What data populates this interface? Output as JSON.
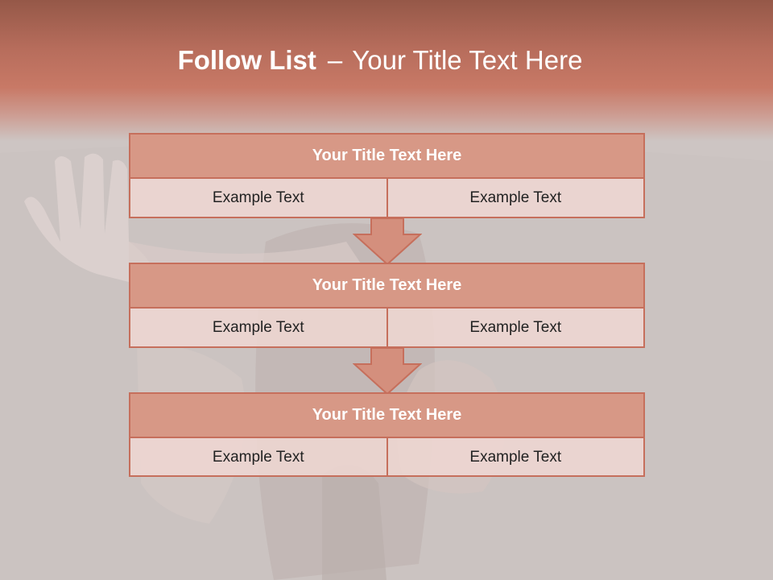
{
  "header": {
    "title_bold": "Follow List",
    "title_sep": "–",
    "title_rest": "Your Title Text Here"
  },
  "blocks": [
    {
      "title": "Your Title Text Here",
      "cells": [
        "Example Text",
        "Example Text"
      ]
    },
    {
      "title": "Your Title Text Here",
      "cells": [
        "Example Text",
        "Example Text"
      ]
    },
    {
      "title": "Your Title Text Here",
      "cells": [
        "Example Text",
        "Example Text"
      ]
    }
  ],
  "colors": {
    "accent": "#c66f5c",
    "header_fill": "#d79886",
    "cell_fill": "#eed6d2",
    "band": "#c87966"
  }
}
